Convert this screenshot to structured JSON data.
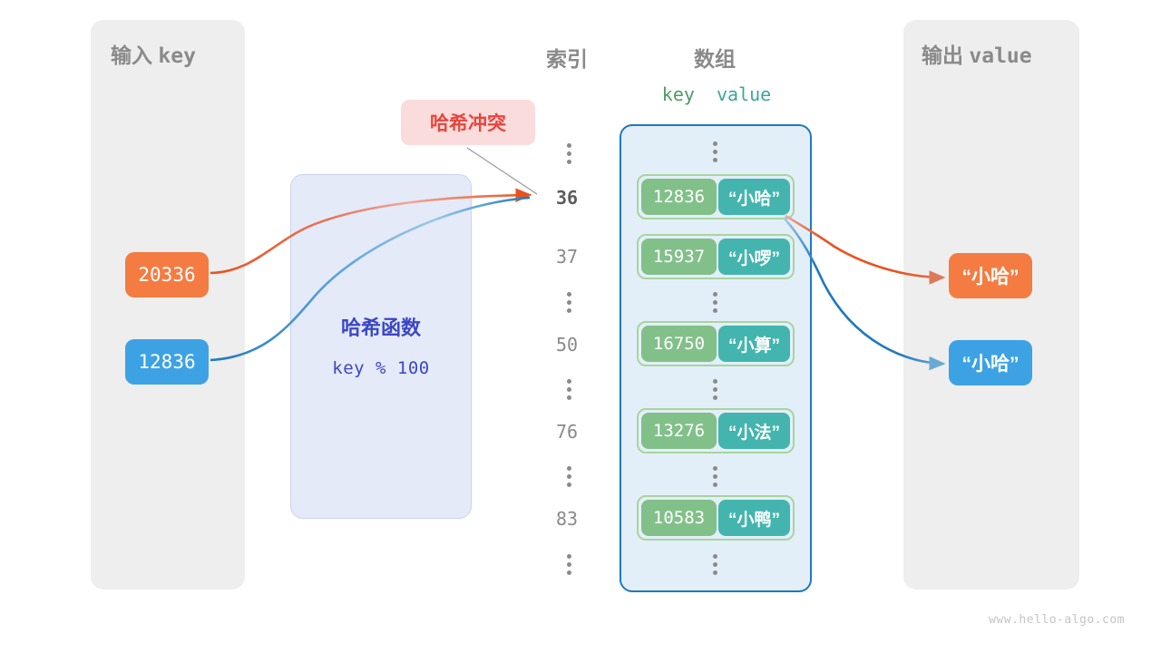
{
  "panels": {
    "input": {
      "title_cn": "输入",
      "title_code": "key"
    },
    "output": {
      "title_cn": "输出",
      "title_code": "value"
    }
  },
  "headings": {
    "index": "索引",
    "array": "数组",
    "key_col": "key",
    "value_col": "value"
  },
  "hash_function": {
    "title": "哈希函数",
    "formula": "key % 100"
  },
  "collision": {
    "label": "哈希冲突"
  },
  "inputs": [
    {
      "value": "20336",
      "color": "#f47c43"
    },
    {
      "value": "12836",
      "color": "#3da2e3"
    }
  ],
  "outputs": [
    {
      "value": "“小哈”",
      "color": "#f47c43"
    },
    {
      "value": "“小哈”",
      "color": "#3da2e3"
    }
  ],
  "index_column": [
    {
      "kind": "dots"
    },
    {
      "kind": "label",
      "text": "36",
      "highlight": true
    },
    {
      "kind": "label",
      "text": "37",
      "highlight": false
    },
    {
      "kind": "dots"
    },
    {
      "kind": "label",
      "text": "50",
      "highlight": false
    },
    {
      "kind": "dots"
    },
    {
      "kind": "label",
      "text": "76",
      "highlight": false
    },
    {
      "kind": "dots"
    },
    {
      "kind": "label",
      "text": "83",
      "highlight": false
    },
    {
      "kind": "dots"
    }
  ],
  "buckets": [
    {
      "index": "36",
      "key": "12836",
      "value": "“小哈”"
    },
    {
      "index": "37",
      "key": "15937",
      "value": "“小啰”"
    },
    {
      "index": "50",
      "key": "16750",
      "value": "“小算”"
    },
    {
      "index": "76",
      "key": "13276",
      "value": "“小法”"
    },
    {
      "index": "83",
      "key": "10583",
      "value": "“小鸭”"
    }
  ],
  "colors": {
    "panel_bg": "#eeeeee",
    "array_bg": "#e3eff8",
    "array_border": "#1f79c0",
    "key_cell": "#82c08a",
    "value_cell": "#43b5ae",
    "bucket_border": "#a9d4a0",
    "hash_bg": "#e5eaf9",
    "hash_text": "#3b47c4",
    "collision_bg": "#fbdcdc",
    "collision_text": "#e8453c",
    "orange_wire": "#e8521f",
    "blue_wire": "#1f79c0",
    "muted_text": "#8a8a8a"
  },
  "watermark": "www.hello-algo.com"
}
